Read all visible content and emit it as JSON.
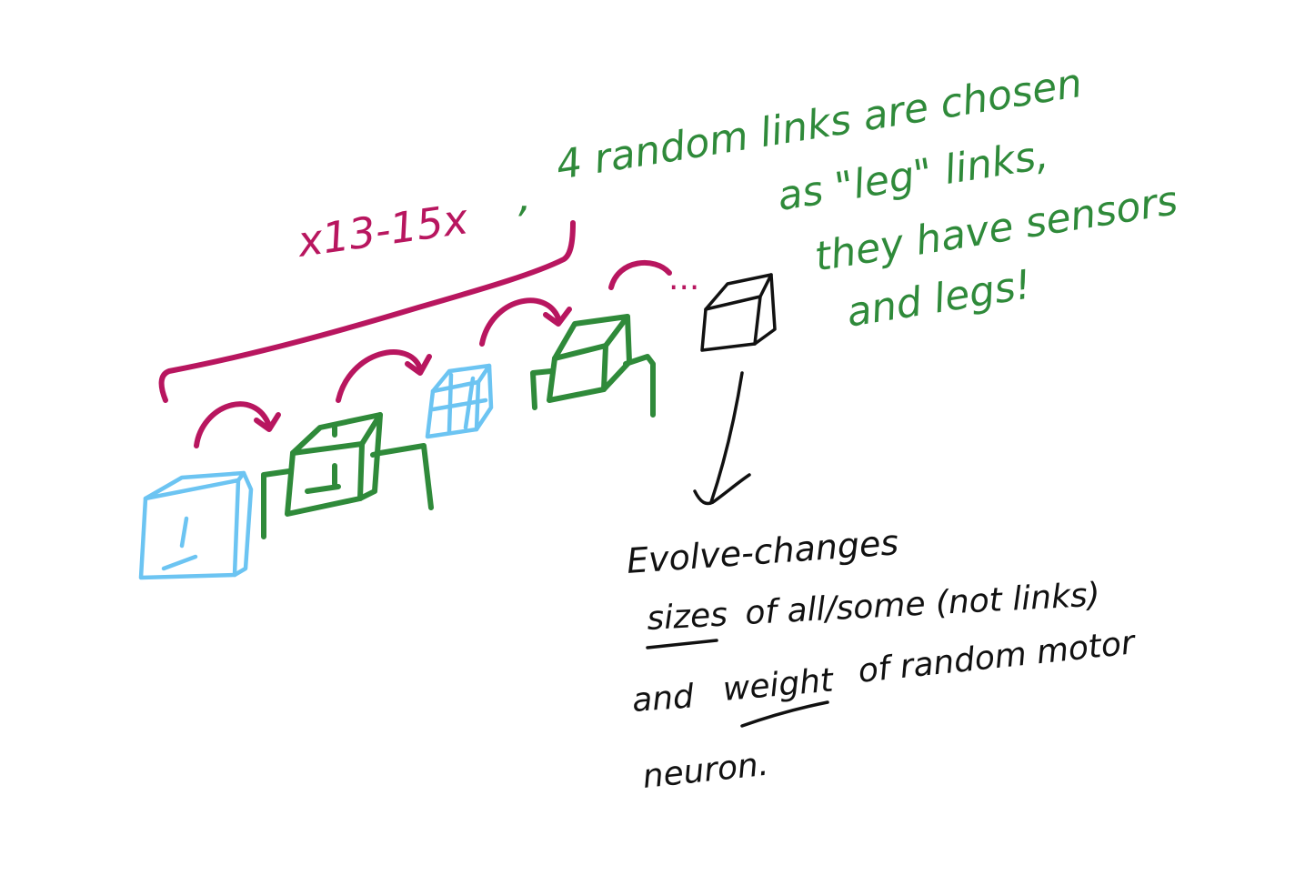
{
  "colors": {
    "magenta": "#b8165f",
    "green": "#2f8a3a",
    "blue": "#6cc4f2",
    "black": "#111111",
    "background": "#ffffff"
  },
  "annotations": {
    "repeat_range": "x13-15x",
    "separator": ",",
    "green_note": {
      "line1": "4 random links are chosen",
      "line2": "as \"leg\" links,",
      "line3": "they have sensors",
      "line4": "and legs!"
    },
    "continuation": "...",
    "black_note": {
      "line1": "Evolve-changes",
      "line2_underlined": "sizes",
      "line2_rest": "of all/some (not links)",
      "line3_start": "and",
      "line3_underlined": "weight",
      "line3_rest": "of random motor",
      "line4": "neuron."
    }
  },
  "figure": {
    "chain": [
      {
        "kind": "link",
        "color": "blue"
      },
      {
        "kind": "leg-link",
        "color": "green"
      },
      {
        "kind": "link",
        "color": "blue"
      },
      {
        "kind": "leg-link",
        "color": "green"
      },
      {
        "kind": "evolved-link",
        "color": "black"
      }
    ]
  }
}
